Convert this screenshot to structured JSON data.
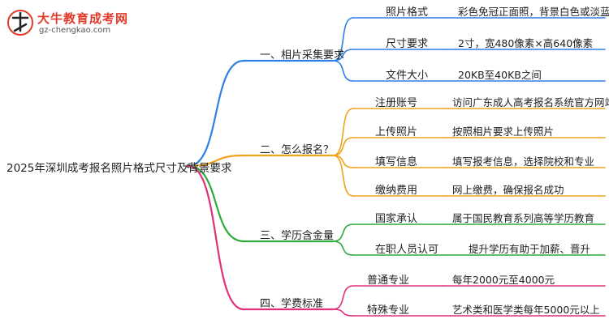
{
  "logo": {
    "title": "大牛教育成考网",
    "url": "gz-chengkao.com"
  },
  "root": {
    "text": "2025年深圳成考报名照片格式尺寸及背景要求"
  },
  "branches": [
    {
      "label": "一、相片采集要求",
      "color": "#2f7fe8",
      "items": [
        {
          "name": "照片格式",
          "desc": "彩色免冠正面照，背景白色或淡蓝色"
        },
        {
          "name": "尺寸要求",
          "desc": "2寸，宽480像素×高640像素"
        },
        {
          "name": "文件大小",
          "desc": "20KB至40KB之间"
        }
      ]
    },
    {
      "label": "二、怎么报名？",
      "color": "#f2a21b",
      "items": [
        {
          "name": "注册账号",
          "desc": "访问广东成人高考报名系统官方网站"
        },
        {
          "name": "上传照片",
          "desc": "按照相片要求上传照片"
        },
        {
          "name": "填写信息",
          "desc": "填写报考信息，选择院校和专业"
        },
        {
          "name": "缴纳费用",
          "desc": "网上缴费，确保报名成功"
        }
      ]
    },
    {
      "label": "三、学历含金量",
      "color": "#2eaa3c",
      "items": [
        {
          "name": "国家承认",
          "desc": "属于国民教育系列高等学历教育"
        },
        {
          "name": "在职人员认可",
          "desc": "提升学历有助于加薪、晋升"
        }
      ]
    },
    {
      "label": "四、学费标准",
      "color": "#e0307a",
      "items": [
        {
          "name": "普通专业",
          "desc": "每年2000元至4000元"
        },
        {
          "name": "特殊专业",
          "desc": "艺术类和医学类每年5000元以上"
        }
      ]
    }
  ]
}
